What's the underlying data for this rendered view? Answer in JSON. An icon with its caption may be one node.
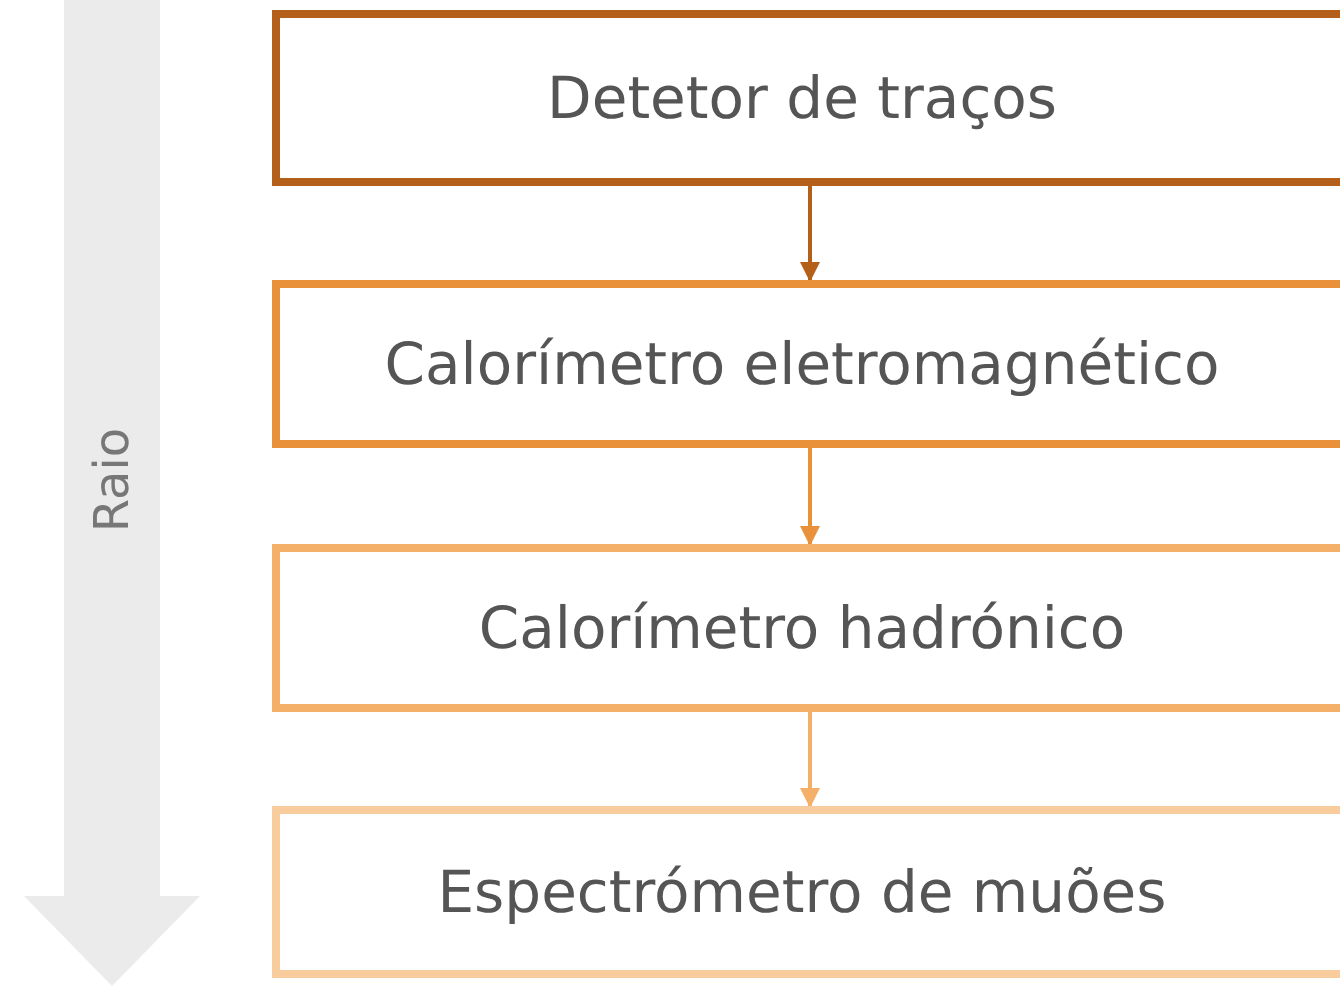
{
  "diagram": {
    "nodes": [
      {
        "text": [
          "Detetor de traços"
        ]
      },
      {
        "text": [
          "Calorímetro eletromagnético"
        ]
      },
      {
        "text": [
          "Calorímetro hadrónico"
        ]
      },
      {
        "text": [
          "Espectrómetro de muões"
        ]
      }
    ],
    "edges": [
      {
        "from": 0,
        "to": 1,
        "arrow": "to",
        "color": "#b5601a"
      },
      {
        "from": 1,
        "to": 2,
        "arrow": "to",
        "color": "#e8903a"
      },
      {
        "from": 2,
        "to": 3,
        "arrow": "to",
        "color": "#f4b068"
      }
    ],
    "labels": [
      "Raio"
    ]
  }
}
